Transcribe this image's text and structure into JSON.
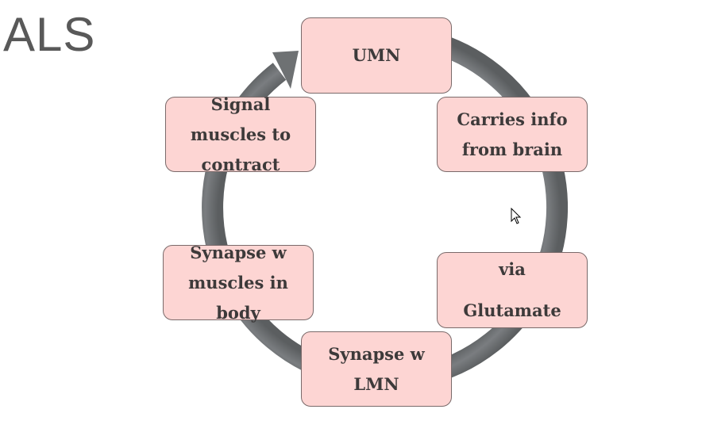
{
  "slide": {
    "title": "ALS"
  },
  "colors": {
    "node_fill": "#fdd5d3",
    "node_border": "#7a6a6a",
    "arrow_ring": "#6e7173",
    "title_text": "#595959"
  },
  "cycle": {
    "nodes": [
      {
        "id": "umn",
        "label": "UMN"
      },
      {
        "id": "carries",
        "label": "Carries info from brain"
      },
      {
        "id": "via",
        "label": "via Glutamate"
      },
      {
        "id": "synapse-lmn",
        "label": "Synapse w LMN"
      },
      {
        "id": "synapse-muscles",
        "label": "Synapse w muscles in body"
      },
      {
        "id": "signal",
        "label": "Signal muscles to contract"
      }
    ]
  },
  "icons": {
    "cursor": "mouse-pointer-icon",
    "arrowhead": "arrowhead-icon"
  }
}
